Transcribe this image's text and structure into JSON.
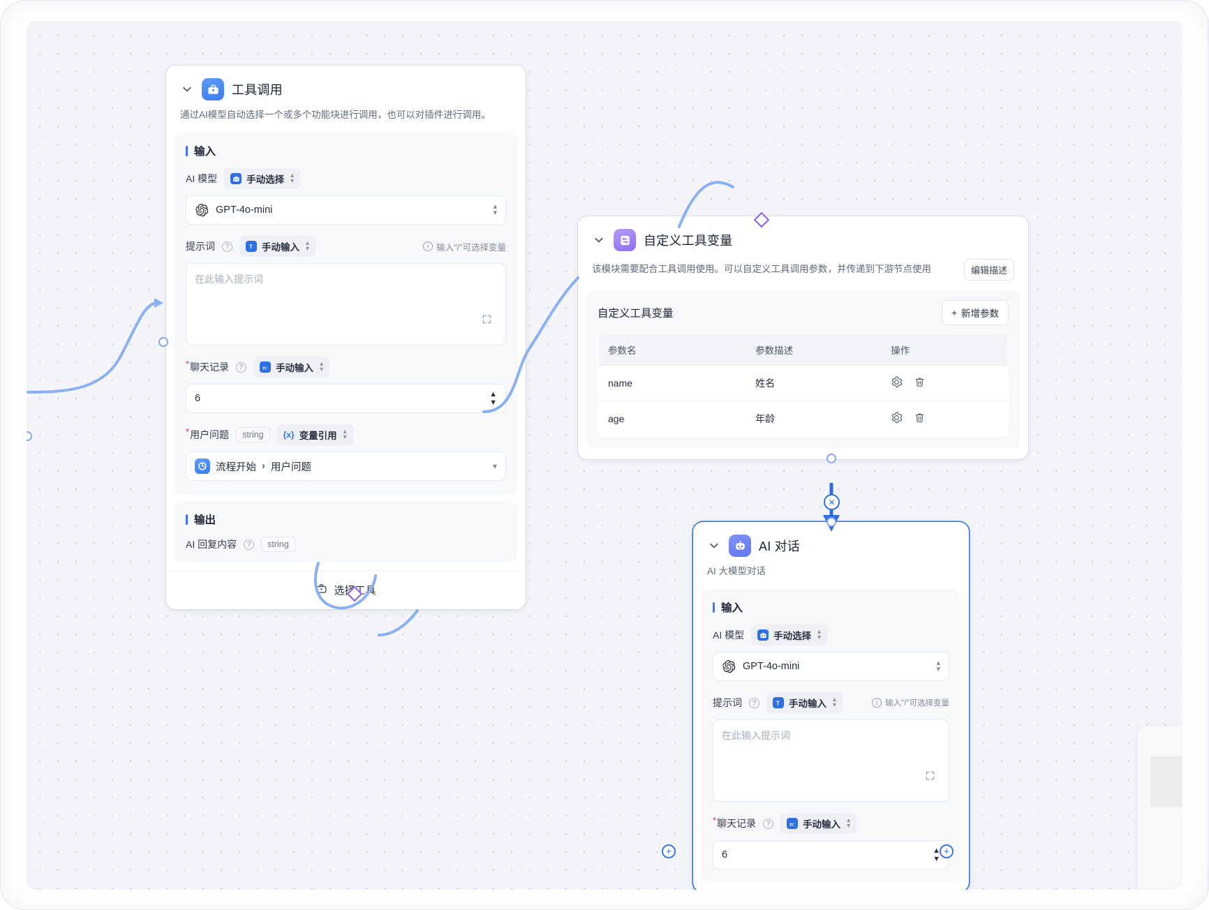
{
  "canvas": {
    "grid": "dotted",
    "background": "#f4f5f8"
  },
  "colors": {
    "accent_blue": "#3b76f0",
    "accent_purple": "#8b5cf6",
    "edge_blue": "#8ab0f3",
    "required_red": "#ea3d3d",
    "panel_gray": "#f7f8fa"
  },
  "nodes": [
    {
      "id": "tool-call",
      "title": "工具调用",
      "icon": "toolbox-icon",
      "description": "通过AI模型自动选择一个或多个功能块进行调用，也可以对插件进行调用。",
      "input_section_title": "输入",
      "output_section_title": "输出",
      "fields": {
        "ai_model": {
          "label": "AI 模型",
          "mode_pill": "手动选择",
          "mode_icon": "robot-icon",
          "value": "GPT-4o-mini",
          "value_icon": "openai-icon"
        },
        "prompt": {
          "label": "提示词",
          "mode_pill": "手动输入",
          "mode_icon": "text-icon",
          "hint": "输入\"/\"可选择变量",
          "placeholder": "在此输入提示词",
          "value": ""
        },
        "chat_history": {
          "label": "聊天记录",
          "required": true,
          "mode_pill": "手动输入",
          "mode_icon": "number-icon",
          "value": "6"
        },
        "user_question": {
          "label": "用户问题",
          "required": true,
          "type_tag": "string",
          "mode_pill": "变量引用",
          "mode_icon": "variable-icon",
          "ref_node": "流程开始",
          "ref_field": "用户问题",
          "ref_icon": "flow-start-icon"
        }
      },
      "output": {
        "label": "AI 回复内容",
        "type_tag": "string"
      },
      "footer_button": {
        "label": "选择工具",
        "icon": "toolbox-outline-icon"
      }
    },
    {
      "id": "custom-tool-variable",
      "title": "自定义工具变量",
      "icon": "swap-icon",
      "description": "该模块需要配合工具调用使用。可以自定义工具调用参数，并传递到下游节点使用",
      "edit_desc_button": "编辑描述",
      "panel_title": "自定义工具变量",
      "add_param_button": "新增参数",
      "table": {
        "columns": [
          "参数名",
          "参数描述",
          "操作"
        ],
        "rows": [
          {
            "name": "name",
            "desc": "姓名",
            "actions": [
              "settings-icon",
              "trash-icon"
            ]
          },
          {
            "name": "age",
            "desc": "年龄",
            "actions": [
              "settings-icon",
              "trash-icon"
            ]
          }
        ]
      }
    },
    {
      "id": "ai-chat",
      "title": "AI 对话",
      "icon": "robot-face-icon",
      "description": "AI 大模型对话",
      "selected": true,
      "input_section_title": "输入",
      "fields": {
        "ai_model": {
          "label": "AI 模型",
          "mode_pill": "手动选择",
          "mode_icon": "robot-icon",
          "value": "GPT-4o-mini",
          "value_icon": "openai-icon"
        },
        "prompt": {
          "label": "提示词",
          "mode_pill": "手动输入",
          "mode_icon": "text-icon",
          "hint": "输入\"/\"可选择变量",
          "placeholder": "在此输入提示词",
          "value": ""
        },
        "chat_history": {
          "label": "聊天记录",
          "required": true,
          "mode_pill": "手动输入",
          "mode_icon": "number-icon",
          "value": "6"
        }
      }
    }
  ]
}
